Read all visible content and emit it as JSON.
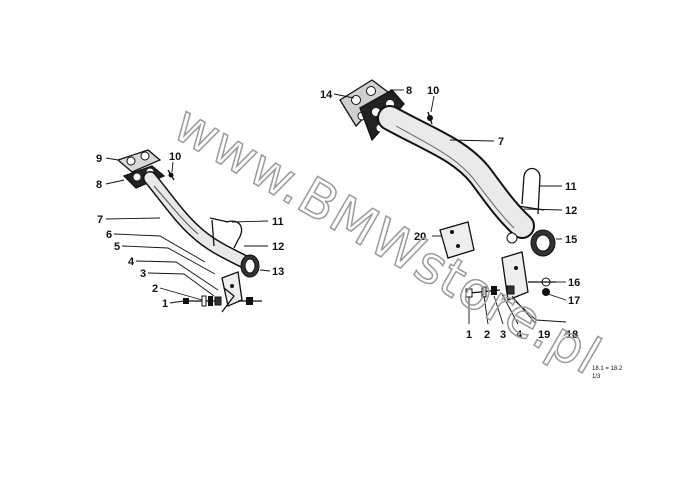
{
  "diagram": {
    "left_assembly": {
      "callouts": {
        "c9": "9",
        "c8": "8",
        "c10": "10",
        "c7": "7",
        "c6": "6",
        "c5": "5",
        "c4": "4",
        "c3": "3",
        "c2": "2",
        "c1": "1",
        "c11": "11",
        "c12": "12",
        "c13": "13"
      }
    },
    "right_assembly": {
      "callouts": {
        "c14": "14",
        "c8": "8",
        "c10": "10",
        "c7": "7",
        "c11": "11",
        "c12": "12",
        "c15": "15",
        "c20": "20",
        "c16": "16",
        "c17": "17",
        "c18": "18",
        "c19": "19",
        "c1": "1",
        "c2": "2",
        "c3": "3",
        "c4": "4"
      }
    },
    "reference": {
      "line1": "18.1 = 18.2",
      "line2": "1/3"
    },
    "watermark": "www.BMWstore.pl"
  }
}
